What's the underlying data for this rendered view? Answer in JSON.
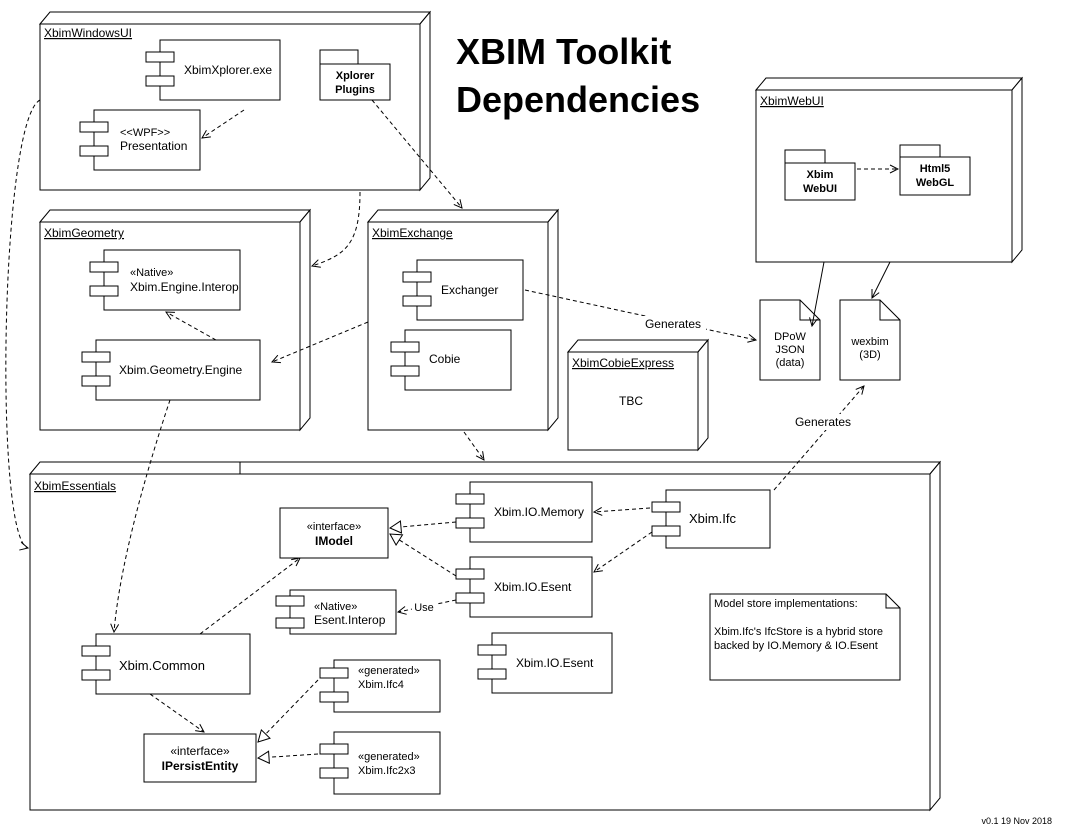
{
  "title": {
    "line1": "XBIM Toolkit",
    "line2": "Dependencies"
  },
  "version": "v0.1 19 Nov 2018",
  "nodes": {
    "windows_ui": "XbimWindowsUI",
    "geometry": "XbimGeometry",
    "exchange": "XbimExchange",
    "web_ui": "XbimWebUI",
    "cobie_express": "XbimCobieExpress",
    "essentials": "XbimEssentials"
  },
  "components": {
    "xplorer_exe": "XbimXplorer.exe",
    "presentation": {
      "stereotype": "<<WPF>>",
      "name": "Presentation"
    },
    "engine_interop": {
      "stereotype": "«Native»",
      "name": "Xbim.Engine.Interop"
    },
    "geometry_engine": "Xbim.Geometry.Engine",
    "exchanger": "Exchanger",
    "cobie": "Cobie",
    "io_memory": "Xbim.IO.Memory",
    "xbim_ifc": "Xbim.Ifc",
    "io_esent": "Xbim.IO.Esent",
    "esent_interop": {
      "stereotype": "«Native»",
      "name": "Esent.Interop"
    },
    "io_esent_2": "Xbim.IO.Esent",
    "xbim_common": "Xbim.Common",
    "ifc4": {
      "stereotype": "«generated»",
      "name": "Xbim.Ifc4"
    },
    "ifc2x3": {
      "stereotype": "«generated»",
      "name": "Xbim.Ifc2x3"
    }
  },
  "packages": {
    "xplorer_plugins": [
      "Xplorer",
      "Plugins"
    ],
    "xbim_webui": [
      "Xbim",
      "WebUI"
    ],
    "html5_webgl": [
      "Html5",
      "WebGL"
    ]
  },
  "interfaces": {
    "imodel": {
      "stereotype": "«interface»",
      "name": "IModel"
    },
    "ipersist_entity": {
      "stereotype": "«interface»",
      "name": "IPersistEntity"
    }
  },
  "documents": {
    "dpow": [
      "DPoW",
      "JSON",
      "(data)"
    ],
    "wexbim": [
      "wexbim",
      "(3D)"
    ]
  },
  "cobie_express_body": "TBC",
  "edge_labels": {
    "generates_1": "Generates",
    "generates_2": "Generates",
    "use": "Use"
  },
  "note": {
    "line1": "Model store implementations:",
    "line2": "Xbim.Ifc's IfcStore is a hybrid store",
    "line3": "backed by IO.Memory & IO.Esent"
  }
}
